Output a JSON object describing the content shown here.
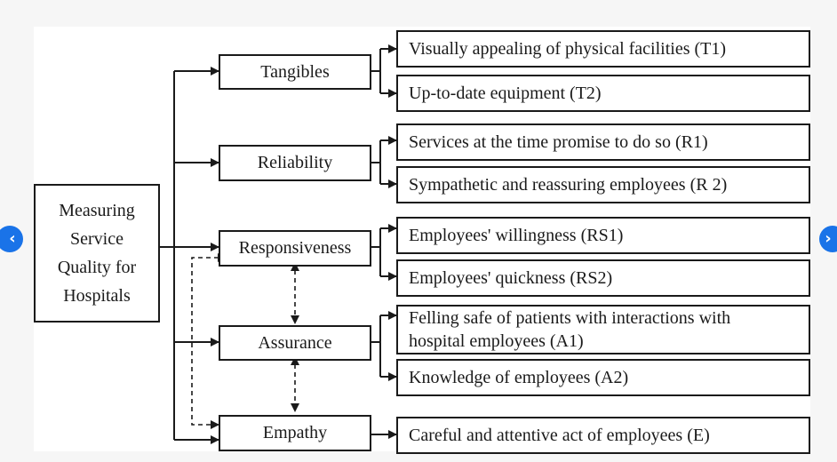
{
  "diagram": {
    "root": {
      "line1": "Measuring",
      "line2": "Service",
      "line3": "Quality for",
      "line4": "Hospitals"
    },
    "dimensions": [
      {
        "id": "tangibles",
        "label": "Tangibles",
        "items": [
          "Visually appealing of physical facilities (T1)",
          "Up-to-date equipment (T2)"
        ]
      },
      {
        "id": "reliability",
        "label": "Reliability",
        "items": [
          "Services  at the time promise to do so (R1)",
          "Sympathetic and reassuring employees (R 2)"
        ]
      },
      {
        "id": "responsiveness",
        "label": "Responsiveness",
        "items": [
          "Employees' willingness (RS1)",
          "Employees' quickness (RS2)"
        ]
      },
      {
        "id": "assurance",
        "label": "Assurance",
        "items": [
          "Felling safe of patients with interactions with",
          "hospital employees (A1)",
          "Knowledge of employees (A2)"
        ]
      },
      {
        "id": "empathy",
        "label": "Empathy",
        "items": [
          "Careful and attentive act of employees (E)"
        ]
      }
    ]
  },
  "navigation": {
    "prev_glyph": "‹",
    "next_glyph": "›"
  },
  "colors": {
    "line": "#1a1a1a",
    "nav_button": "#1a73e8",
    "background": "#f6f6f6"
  }
}
